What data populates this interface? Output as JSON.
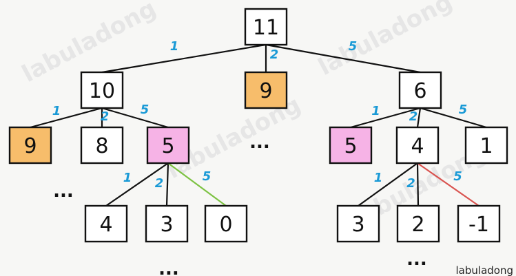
{
  "nodes": [
    {
      "id": "n11",
      "label": "11",
      "fill": "#ffffff"
    },
    {
      "id": "n10",
      "label": "10",
      "fill": "#ffffff"
    },
    {
      "id": "n9mid",
      "label": "9",
      "fill": "#f7bd6b"
    },
    {
      "id": "n6",
      "label": "6",
      "fill": "#ffffff"
    },
    {
      "id": "n9left",
      "label": "9",
      "fill": "#f7bd6b"
    },
    {
      "id": "n8",
      "label": "8",
      "fill": "#ffffff"
    },
    {
      "id": "n5pink",
      "label": "5",
      "fill": "#f6b3e6"
    },
    {
      "id": "n5right",
      "label": "5",
      "fill": "#f6b3e6"
    },
    {
      "id": "n4",
      "label": "4",
      "fill": "#ffffff"
    },
    {
      "id": "n1",
      "label": "1",
      "fill": "#ffffff"
    },
    {
      "id": "n4b",
      "label": "4",
      "fill": "#ffffff"
    },
    {
      "id": "n3",
      "label": "3",
      "fill": "#ffffff"
    },
    {
      "id": "n0",
      "label": "0",
      "fill": "#ffffff"
    },
    {
      "id": "n3b",
      "label": "3",
      "fill": "#ffffff"
    },
    {
      "id": "n2",
      "label": "2",
      "fill": "#ffffff"
    },
    {
      "id": "nm1",
      "label": "-1",
      "fill": "#ffffff"
    }
  ],
  "edges": [
    {
      "from": "n11",
      "to": "n10",
      "label": "1",
      "color": "#111111"
    },
    {
      "from": "n11",
      "to": "n9mid",
      "label": "2",
      "color": "#111111"
    },
    {
      "from": "n11",
      "to": "n6",
      "label": "5",
      "color": "#111111"
    },
    {
      "from": "n10",
      "to": "n9left",
      "label": "1",
      "color": "#111111"
    },
    {
      "from": "n10",
      "to": "n8",
      "label": "2",
      "color": "#111111"
    },
    {
      "from": "n10",
      "to": "n5pink",
      "label": "5",
      "color": "#111111"
    },
    {
      "from": "n6",
      "to": "n5right",
      "label": "1",
      "color": "#111111"
    },
    {
      "from": "n6",
      "to": "n4",
      "label": "2",
      "color": "#111111"
    },
    {
      "from": "n6",
      "to": "n1",
      "label": "5",
      "color": "#111111"
    },
    {
      "from": "n5pink",
      "to": "n4b",
      "label": "1",
      "color": "#111111"
    },
    {
      "from": "n5pink",
      "to": "n3",
      "label": "2",
      "color": "#111111"
    },
    {
      "from": "n5pink",
      "to": "n0",
      "label": "5",
      "color": "#7dc243"
    },
    {
      "from": "n4",
      "to": "n3b",
      "label": "1",
      "color": "#111111"
    },
    {
      "from": "n4",
      "to": "n2",
      "label": "2",
      "color": "#111111"
    },
    {
      "from": "n4",
      "to": "nm1",
      "label": "5",
      "color": "#d9534f"
    }
  ],
  "edge_label_color": "#1a9ad6",
  "ellipsis": [
    "...",
    "...",
    "...",
    "..."
  ],
  "watermark": "labuladong",
  "footer_text": "labuladong"
}
